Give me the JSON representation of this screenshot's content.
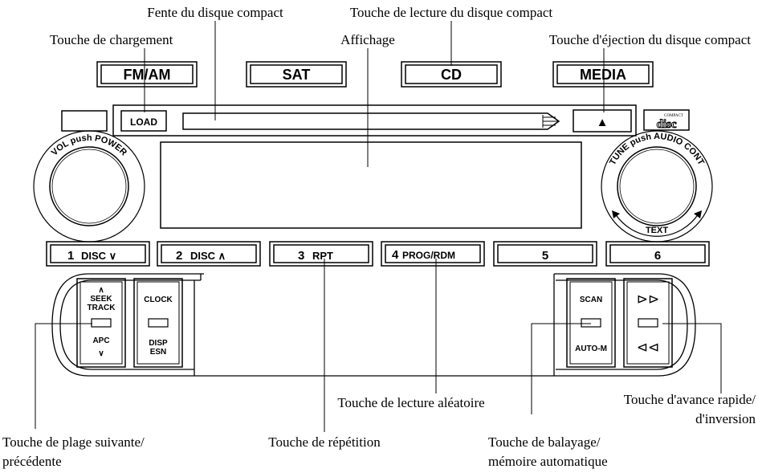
{
  "callouts": {
    "disc_slot": "Fente du disque compact",
    "load_key": "Touche de chargement",
    "cd_play_key": "Touche de lecture du disque compact",
    "display": "Affichage",
    "eject_key": "Touche d'éjection du disque compact",
    "random_key": "Touche de lecture aléatoire",
    "ff_rew_line1": "Touche d'avance rapide/",
    "ff_rew_line2": "d'inversion",
    "track_line1": "Touche de plage suivante/",
    "track_line2": "précédente",
    "repeat_key": "Touche de répétition",
    "scan_line1": "Touche de balayage/",
    "scan_line2": "mémoire automatique"
  },
  "source_buttons": [
    "FM/AM",
    "SAT",
    "CD",
    "MEDIA"
  ],
  "load_label": "LOAD",
  "eject_symbol": "▲",
  "disc_logo": {
    "small": "COMPACT",
    "big": "disc"
  },
  "knob_left": "VOL push POWER",
  "knob_right_top": "TUNE push AUDIO CONT",
  "knob_right_bottom": "TEXT",
  "presets": [
    {
      "num": "1",
      "label": "DISC ∨"
    },
    {
      "num": "2",
      "label": "DISC ∧"
    },
    {
      "num": "3",
      "label": "RPT"
    },
    {
      "num": "4",
      "label": "PROG/RDM"
    },
    {
      "num": "5",
      "label": ""
    },
    {
      "num": "6",
      "label": ""
    }
  ],
  "left_keys": {
    "seek_up": "∧",
    "seek_line1": "SEEK",
    "seek_line2": "TRACK",
    "apc": "APC",
    "apc_down": "∨",
    "clock": "CLOCK",
    "disp_line1": "DISP",
    "disp_line2": "ESN"
  },
  "right_keys": {
    "scan": "SCAN",
    "auto_m": "AUTO-M",
    "ff": "⊳⊳",
    "rew": "⊲⊲"
  }
}
